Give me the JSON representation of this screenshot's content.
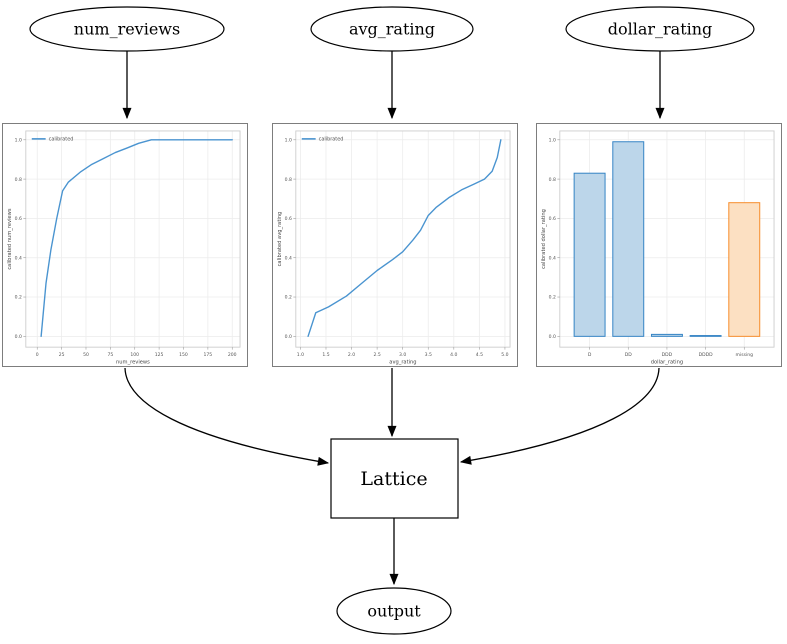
{
  "diagram": {
    "nodes": {
      "num_reviews": {
        "label": "num_reviews"
      },
      "avg_rating": {
        "label": "avg_rating"
      },
      "dollar_rating": {
        "label": "dollar_rating"
      },
      "lattice": {
        "label": "Lattice"
      },
      "output": {
        "label": "output"
      }
    }
  },
  "colors": {
    "line": "#4a94d0",
    "grid": "#ececec",
    "spine": "#cccccc",
    "tick_text": "#555555",
    "label_text": "#444444",
    "bar_fill_blue": "#bcd6ea",
    "bar_edge_blue": "#3383c4",
    "bar_fill_orange": "#fce0c2",
    "bar_edge_orange": "#f78c2a"
  },
  "chart_data": [
    {
      "type": "line",
      "name": "num_reviews_calibration",
      "title": "",
      "xlabel": "num_reviews",
      "ylabel": "calibrated num_reviews",
      "legend": [
        "calibrated"
      ],
      "legend_position": "upper left",
      "grid": true,
      "line_color": "#4a94d0",
      "xlim": [
        -11.7,
        208
      ],
      "ylim": [
        -0.055,
        1.045
      ],
      "xticks": [
        0,
        25,
        50,
        75,
        100,
        125,
        150,
        175,
        200
      ],
      "xtick_labels": [
        "0",
        "25",
        "50",
        "75",
        "100",
        "125",
        "150",
        "175",
        "200"
      ],
      "yticks": [
        0,
        0.2,
        0.4,
        0.6,
        0.8,
        1
      ],
      "ytick_labels": [
        "0.0",
        "0.2",
        "0.4",
        "0.6",
        "0.8",
        "1.0"
      ],
      "x": [
        4,
        9,
        14,
        20,
        26,
        32,
        44,
        56,
        68,
        80,
        92,
        104,
        117,
        200
      ],
      "y": [
        0,
        0.27,
        0.44,
        0.6,
        0.74,
        0.785,
        0.835,
        0.875,
        0.905,
        0.935,
        0.958,
        0.982,
        1.0,
        1.0
      ]
    },
    {
      "type": "line",
      "name": "avg_rating_calibration",
      "title": "",
      "xlabel": "avg_rating",
      "ylabel": "calibrated avg_rating",
      "legend": [
        "calibrated"
      ],
      "legend_position": "upper left",
      "grid": true,
      "line_color": "#4a94d0",
      "xlim": [
        0.91,
        5.1
      ],
      "ylim": [
        -0.055,
        1.045
      ],
      "xticks": [
        1.0,
        1.5,
        2.0,
        2.5,
        3.0,
        3.5,
        4.0,
        4.5,
        5.0
      ],
      "xtick_labels": [
        "1.0",
        "1.5",
        "2.0",
        "2.5",
        "3.0",
        "3.5",
        "4.0",
        "4.5",
        "5.0"
      ],
      "yticks": [
        0,
        0.2,
        0.4,
        0.6,
        0.8,
        1
      ],
      "ytick_labels": [
        "0.0",
        "0.2",
        "0.4",
        "0.6",
        "0.8",
        "1.0"
      ],
      "x": [
        1.15,
        1.3,
        1.55,
        1.9,
        2.2,
        2.5,
        2.8,
        3.0,
        3.2,
        3.35,
        3.5,
        3.65,
        3.9,
        4.15,
        4.4,
        4.6,
        4.75,
        4.85,
        4.92
      ],
      "y": [
        0,
        0.12,
        0.15,
        0.205,
        0.27,
        0.335,
        0.39,
        0.43,
        0.49,
        0.54,
        0.615,
        0.655,
        0.705,
        0.745,
        0.775,
        0.8,
        0.84,
        0.91,
        1.0
      ]
    },
    {
      "type": "bar",
      "name": "dollar_rating_calibration",
      "title": "",
      "xlabel": "dollar_rating",
      "ylabel": "calibrated dollar_rating",
      "grid": true,
      "categories": [
        "D",
        "DD",
        "DDD",
        "DDDD",
        "missing"
      ],
      "values": [
        0.83,
        0.99,
        0.01,
        0.004,
        0.68
      ],
      "bar_fill": [
        "#bcd6ea",
        "#bcd6ea",
        "#bcd6ea",
        "#bcd6ea",
        "#fce0c2"
      ],
      "bar_edge": [
        "#3383c4",
        "#3383c4",
        "#3383c4",
        "#3383c4",
        "#f78c2a"
      ],
      "bar_width": 0.8,
      "xlim": [
        -0.77,
        4.77
      ],
      "ylim": [
        -0.055,
        1.045
      ],
      "yticks": [
        0,
        0.2,
        0.4,
        0.6,
        0.8,
        1
      ],
      "ytick_labels": [
        "0.0",
        "0.2",
        "0.4",
        "0.6",
        "0.8",
        "1.0"
      ]
    }
  ]
}
